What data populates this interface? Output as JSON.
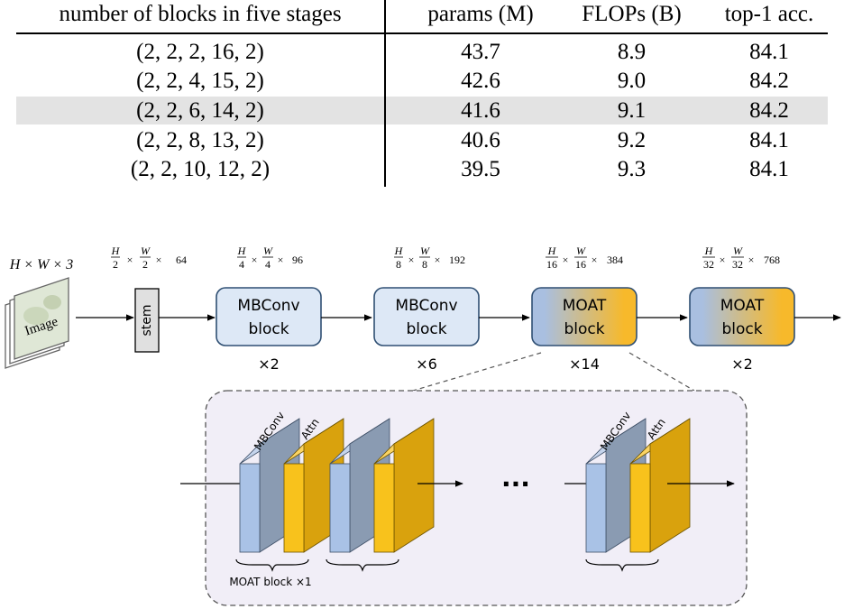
{
  "table": {
    "headers": [
      "number of blocks in five stages",
      "params (M)",
      "FLOPs (B)",
      "top-1 acc."
    ],
    "rows": [
      {
        "blocks": "(2, 2, 2, 16, 2)",
        "params": "43.7",
        "flops": "8.9",
        "acc": "84.1",
        "highlighted": false
      },
      {
        "blocks": "(2, 2, 4, 15, 2)",
        "params": "42.6",
        "flops": "9.0",
        "acc": "84.2",
        "highlighted": false
      },
      {
        "blocks": "(2, 2, 6, 14, 2)",
        "params": "41.6",
        "flops": "9.1",
        "acc": "84.2",
        "highlighted": true
      },
      {
        "blocks": "(2, 2, 8, 13, 2)",
        "params": "40.6",
        "flops": "9.2",
        "acc": "84.1",
        "highlighted": false
      },
      {
        "blocks": "(2, 2, 10, 12, 2)",
        "params": "39.5",
        "flops": "9.3",
        "acc": "84.1",
        "highlighted": false
      }
    ]
  },
  "diagram": {
    "input_dims": "H × W × 3",
    "image_label": "Image",
    "stem_label": "stem",
    "stages": [
      {
        "dims": {
          "h": "H",
          "hd": "2",
          "w": "W",
          "wd": "2",
          "c": "64"
        }
      },
      {
        "line1": "MBConv",
        "line2": "block",
        "repeat": "×2",
        "kind": "mbconv",
        "dims": {
          "h": "H",
          "hd": "4",
          "w": "W",
          "wd": "4",
          "c": "96"
        }
      },
      {
        "line1": "MBConv",
        "line2": "block",
        "repeat": "×6",
        "kind": "mbconv",
        "dims": {
          "h": "H",
          "hd": "8",
          "w": "W",
          "wd": "8",
          "c": "192"
        }
      },
      {
        "line1": "MOAT",
        "line2": "block",
        "repeat": "×14",
        "kind": "moat",
        "dims": {
          "h": "H",
          "hd": "16",
          "w": "W",
          "wd": "16",
          "c": "384"
        }
      },
      {
        "line1": "MOAT",
        "line2": "block",
        "repeat": "×2",
        "kind": "moat",
        "dims": {
          "h": "H",
          "hd": "32",
          "w": "W",
          "wd": "32",
          "c": "768"
        }
      }
    ],
    "detail": {
      "mbconv_label": "MBConv",
      "attn_label": "Attn",
      "ellipsis": "···",
      "brace_caption": "MOAT block ×1"
    },
    "colors": {
      "mbconv_fill": "#dde8f6",
      "block_stroke": "#2f4f73",
      "moat_left": "#a9bfe0",
      "moat_right": "#f7b92b",
      "slab_blue_face": "#a9c2e6",
      "slab_blue_side": "#8a9bb2",
      "slab_gold_face": "#f8c21c",
      "slab_gold_side": "#d9a20d",
      "panel_fill": "#f1eef7",
      "stem_fill": "#e0e0e0"
    }
  }
}
